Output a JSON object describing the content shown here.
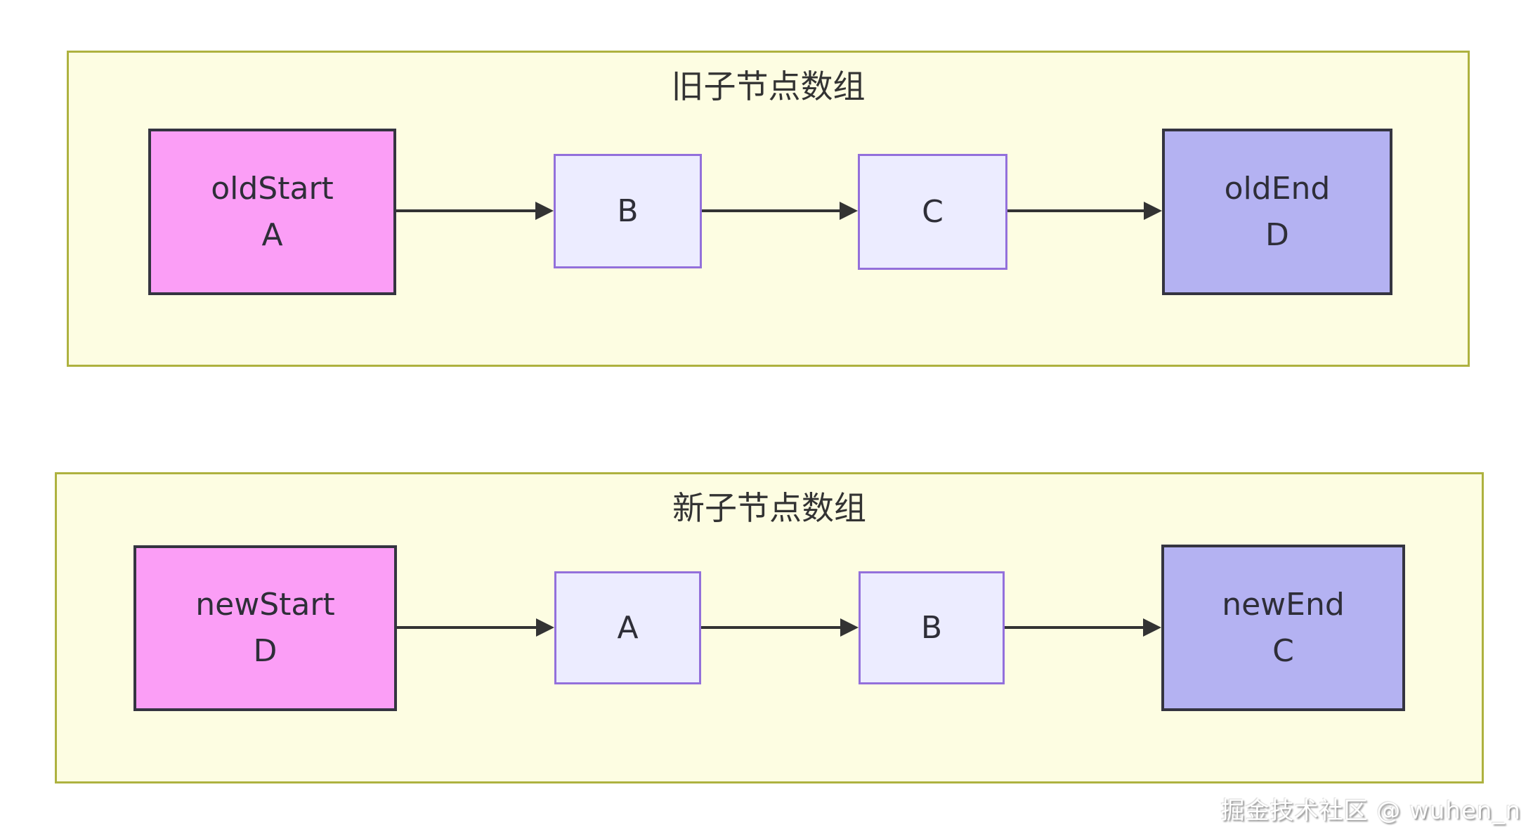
{
  "diagram": {
    "type": "flow-diagram",
    "containers": [
      {
        "title": "旧子节点数组",
        "nodes": [
          {
            "id": "old-start",
            "lines": [
              "oldStart",
              "A"
            ],
            "style": "pink"
          },
          {
            "id": "old-b",
            "lines": [
              "B"
            ],
            "style": "lavender"
          },
          {
            "id": "old-c",
            "lines": [
              "C"
            ],
            "style": "lavender"
          },
          {
            "id": "old-end",
            "lines": [
              "oldEnd",
              "D"
            ],
            "style": "periwinkle"
          }
        ],
        "edges": [
          {
            "from": "old-start",
            "to": "old-b"
          },
          {
            "from": "old-b",
            "to": "old-c"
          },
          {
            "from": "old-c",
            "to": "old-end"
          }
        ]
      },
      {
        "title": "新子节点数组",
        "nodes": [
          {
            "id": "new-start",
            "lines": [
              "newStart",
              "D"
            ],
            "style": "pink"
          },
          {
            "id": "new-a",
            "lines": [
              "A"
            ],
            "style": "lavender"
          },
          {
            "id": "new-b",
            "lines": [
              "B"
            ],
            "style": "lavender"
          },
          {
            "id": "new-end",
            "lines": [
              "newEnd",
              "C"
            ],
            "style": "periwinkle"
          }
        ],
        "edges": [
          {
            "from": "new-start",
            "to": "new-a"
          },
          {
            "from": "new-a",
            "to": "new-b"
          },
          {
            "from": "new-b",
            "to": "new-end"
          }
        ]
      }
    ]
  },
  "colors": {
    "cluster_fill": "#fdfde2",
    "cluster_border": "#aeb23f",
    "pink_fill": "#fb9ef6",
    "lavender_fill": "#ececff",
    "lavender_border": "#9370db",
    "periwinkle_fill": "#b4b2f2",
    "dark_border": "#343440",
    "arrow": "#333333",
    "text": "#2e2e38"
  },
  "watermark": {
    "text": "掘金技术社区 @ wuhen_n"
  }
}
